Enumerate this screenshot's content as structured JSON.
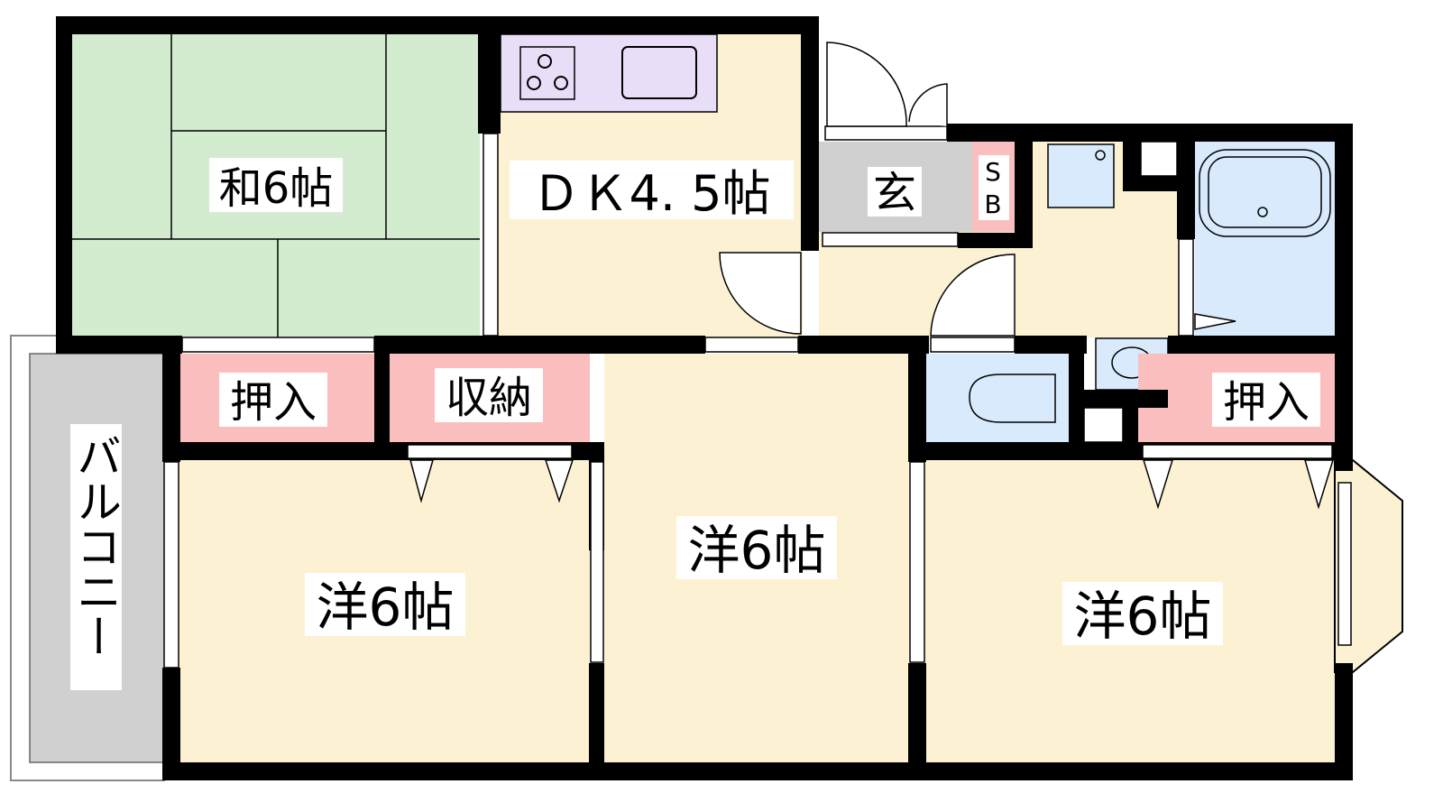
{
  "rooms": {
    "washitsu": "和6帖",
    "dk": "ＤＫ4. 5帖",
    "genkan": "玄",
    "sb_top": "S",
    "sb_bottom": "B",
    "oshiire_left": "押入",
    "shuno": "収納",
    "oshiire_right": "押入",
    "balcony": "バルコニー",
    "western_1": "洋6帖",
    "western_2": "洋6帖",
    "western_3": "洋6帖"
  },
  "colors": {
    "tatami": "#d3ecd0",
    "floor": "#fdf1d3",
    "storage": "#fbbebe",
    "wet": "#d9eafd",
    "kitchen": "#e9def8",
    "genkan": "#d0d0d0",
    "wall": "#000000"
  }
}
